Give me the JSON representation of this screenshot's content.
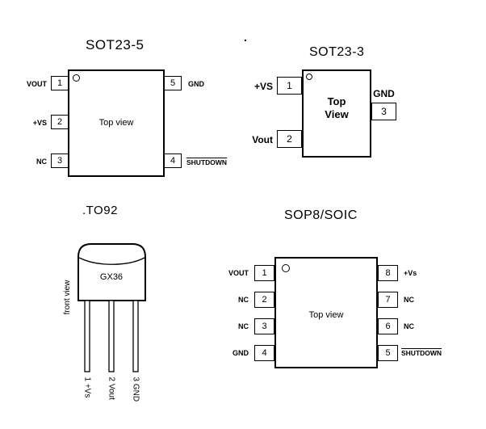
{
  "page": {
    "stray_dot": "."
  },
  "icons": {
    "pin1_marker": "circle-outline"
  },
  "diagrams": {
    "sot23_5": {
      "title": "SOT23-5",
      "body_label": "Top view",
      "pins_left": [
        {
          "num": "1",
          "label": "VOUT"
        },
        {
          "num": "2",
          "label": "+VS"
        },
        {
          "num": "3",
          "label": "NC"
        }
      ],
      "pins_right": [
        {
          "num": "5",
          "label": "GND"
        },
        {
          "num": "4",
          "label": "SHUTDOWN"
        }
      ]
    },
    "sot23_3": {
      "title": "SOT23-3",
      "body_label_lines": [
        "Top",
        "View"
      ],
      "pins_left": [
        {
          "num": "1",
          "label": "+VS"
        },
        {
          "num": "2",
          "label": "Vout"
        }
      ],
      "pins_right": [
        {
          "num": "3",
          "label": "GND"
        }
      ]
    },
    "to92": {
      "title": ".TO92",
      "chip_label": "GX36",
      "view_label": "front view",
      "leg_labels": [
        "1 +Vs",
        "2 Vout",
        "3 GND"
      ]
    },
    "sop8": {
      "title": "SOP8/SOIC",
      "body_label": "Top view",
      "pins_left": [
        {
          "num": "1",
          "label": "VOUT"
        },
        {
          "num": "2",
          "label": "NC"
        },
        {
          "num": "3",
          "label": "NC"
        },
        {
          "num": "4",
          "label": "GND"
        }
      ],
      "pins_right": [
        {
          "num": "8",
          "label": "+Vs"
        },
        {
          "num": "7",
          "label": "NC"
        },
        {
          "num": "6",
          "label": "NC"
        },
        {
          "num": "5",
          "label": "SHUTDOWN"
        }
      ]
    }
  }
}
